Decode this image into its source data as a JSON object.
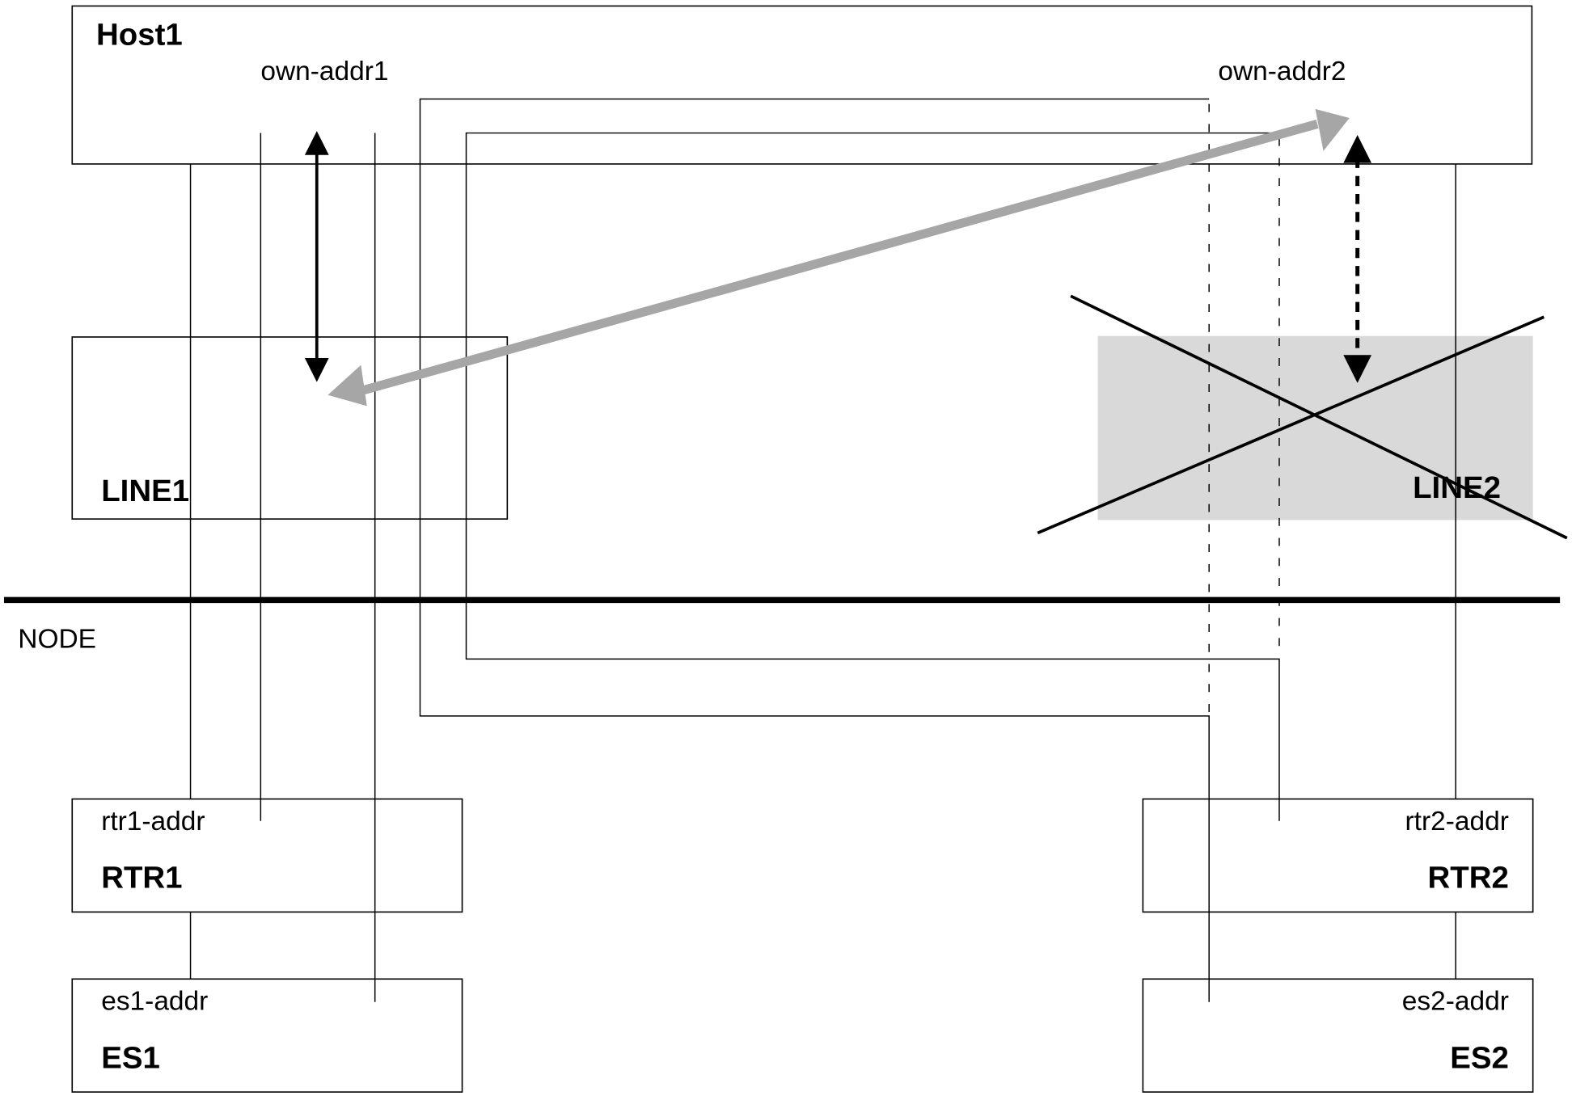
{
  "diagram": {
    "host": {
      "name": "Host1",
      "addr1": "own-addr1",
      "addr2": "own-addr2"
    },
    "line1": {
      "name": "LINE1",
      "status": "active"
    },
    "line2": {
      "name": "LINE2",
      "status": "failed",
      "fill": "#d9d9d9"
    },
    "node_label": "NODE",
    "rtr1": {
      "name": "RTR1",
      "addr": "rtr1-addr"
    },
    "rtr2": {
      "name": "RTR2",
      "addr": "rtr2-addr"
    },
    "es1": {
      "name": "ES1",
      "addr": "es1-addr"
    },
    "es2": {
      "name": "ES2",
      "addr": "es2-addr"
    },
    "colors": {
      "line": "#000000",
      "migration_arrow": "#a6a6a6",
      "failed_box": "#d9d9d9"
    },
    "arrows": [
      {
        "id": "own-addr1-line1",
        "style": "solid",
        "direction": "bidirectional"
      },
      {
        "id": "own-addr2-line2",
        "style": "dashed",
        "direction": "bidirectional"
      },
      {
        "id": "line1-own-addr2",
        "style": "gray-thick",
        "direction": "bidirectional"
      }
    ]
  }
}
